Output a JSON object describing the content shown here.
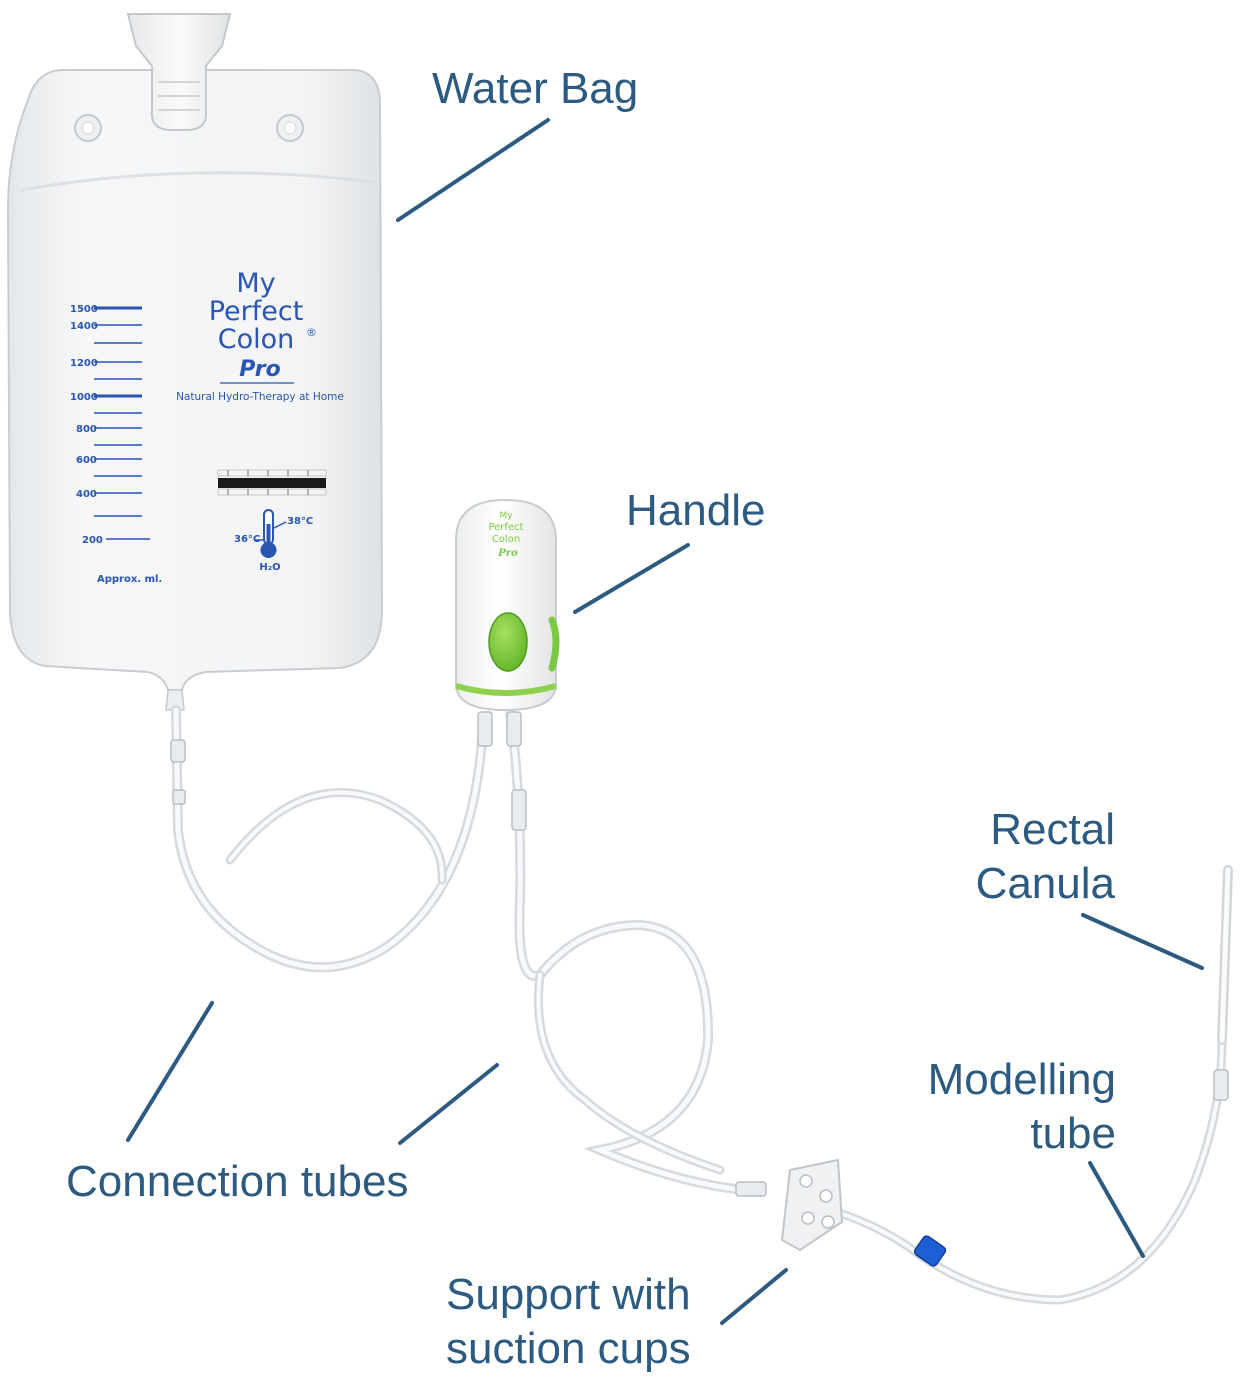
{
  "labels": {
    "water_bag": "Water Bag",
    "handle": "Handle",
    "rectal_canula_line1": "Rectal",
    "rectal_canula_line2": "Canula",
    "modelling_tube_line1": "Modelling",
    "modelling_tube_line2": "tube",
    "connection_tubes": "Connection tubes",
    "support_line1": "Support with",
    "support_line2": "suction cups"
  },
  "bag_print": {
    "brand_line1": "My",
    "brand_line2": "Perfect",
    "brand_line3": "Colon",
    "registered": "®",
    "brand_line4": "Pro",
    "tagline": "Natural Hydro-Therapy at Home",
    "scale_values": [
      "1500",
      "1400",
      "1200",
      "1000",
      "800",
      "600",
      "400",
      "200"
    ],
    "unit": "Approx. ml.",
    "temp_low": "36°C",
    "temp_high": "38°C",
    "water": "H₂O"
  },
  "handle_print": {
    "line1": "My",
    "line2": "Perfect",
    "line3": "Colon",
    "line4": "Pro"
  },
  "colors": {
    "label_text": "#2c5a80",
    "leader_line": "#2c5a80",
    "print_blue": "#2a55b0",
    "accent_green": "#7ac943",
    "connector_blue": "#1f5fd6"
  }
}
